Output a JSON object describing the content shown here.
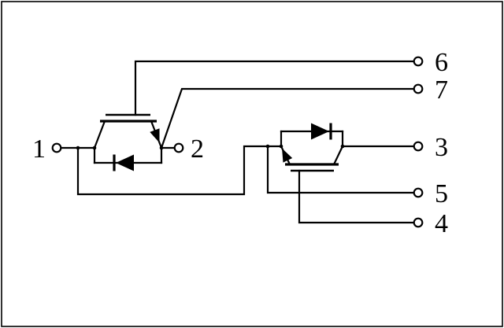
{
  "colors": {
    "background": "#ffffff",
    "line": "#000000"
  },
  "terminals": [
    {
      "label": "1"
    },
    {
      "label": "2"
    },
    {
      "label": "3"
    },
    {
      "label": "4"
    },
    {
      "label": "5"
    },
    {
      "label": "6"
    },
    {
      "label": "7"
    }
  ]
}
